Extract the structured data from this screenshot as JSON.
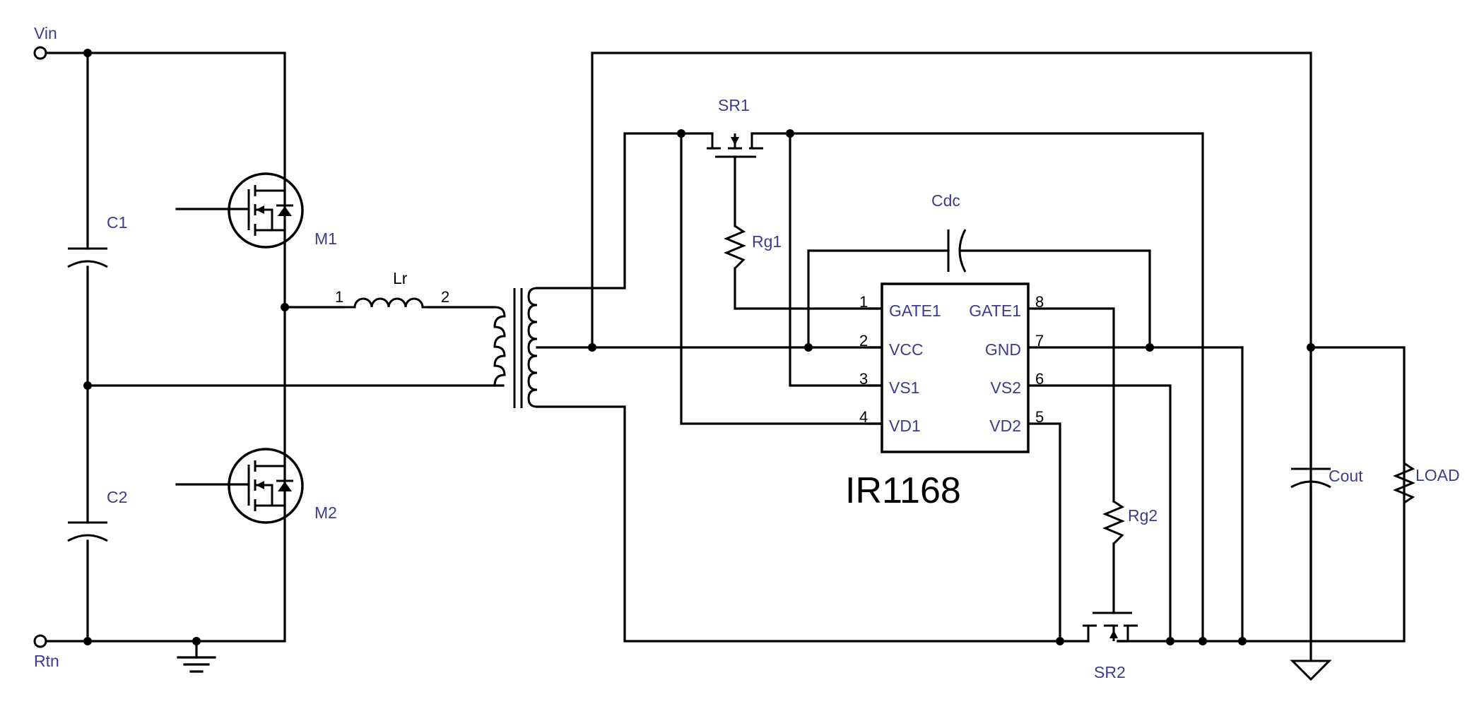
{
  "terminals": {
    "input": "Vin",
    "return": "Rtn"
  },
  "components": {
    "c1": "C1",
    "c2": "C2",
    "m1": "M1",
    "m2": "M2",
    "lr": "Lr",
    "sr1": "SR1",
    "sr2": "SR2",
    "rg1": "Rg1",
    "rg2": "Rg2",
    "cdc": "Cdc",
    "cout": "Cout",
    "load": "LOAD"
  },
  "inductor_pins": {
    "pin1": "1",
    "pin2": "2"
  },
  "ic": {
    "name": "IR1168",
    "pins_left": [
      {
        "num": "1",
        "name": "GATE1"
      },
      {
        "num": "2",
        "name": "VCC"
      },
      {
        "num": "3",
        "name": "VS1"
      },
      {
        "num": "4",
        "name": "VD1"
      }
    ],
    "pins_right": [
      {
        "num": "8",
        "name": "GATE1"
      },
      {
        "num": "7",
        "name": "GND"
      },
      {
        "num": "6",
        "name": "VS2"
      },
      {
        "num": "5",
        "name": "VD2"
      }
    ]
  },
  "colors": {
    "label": "#3c3c8c",
    "wire": "#000000",
    "background": "#ffffff"
  }
}
